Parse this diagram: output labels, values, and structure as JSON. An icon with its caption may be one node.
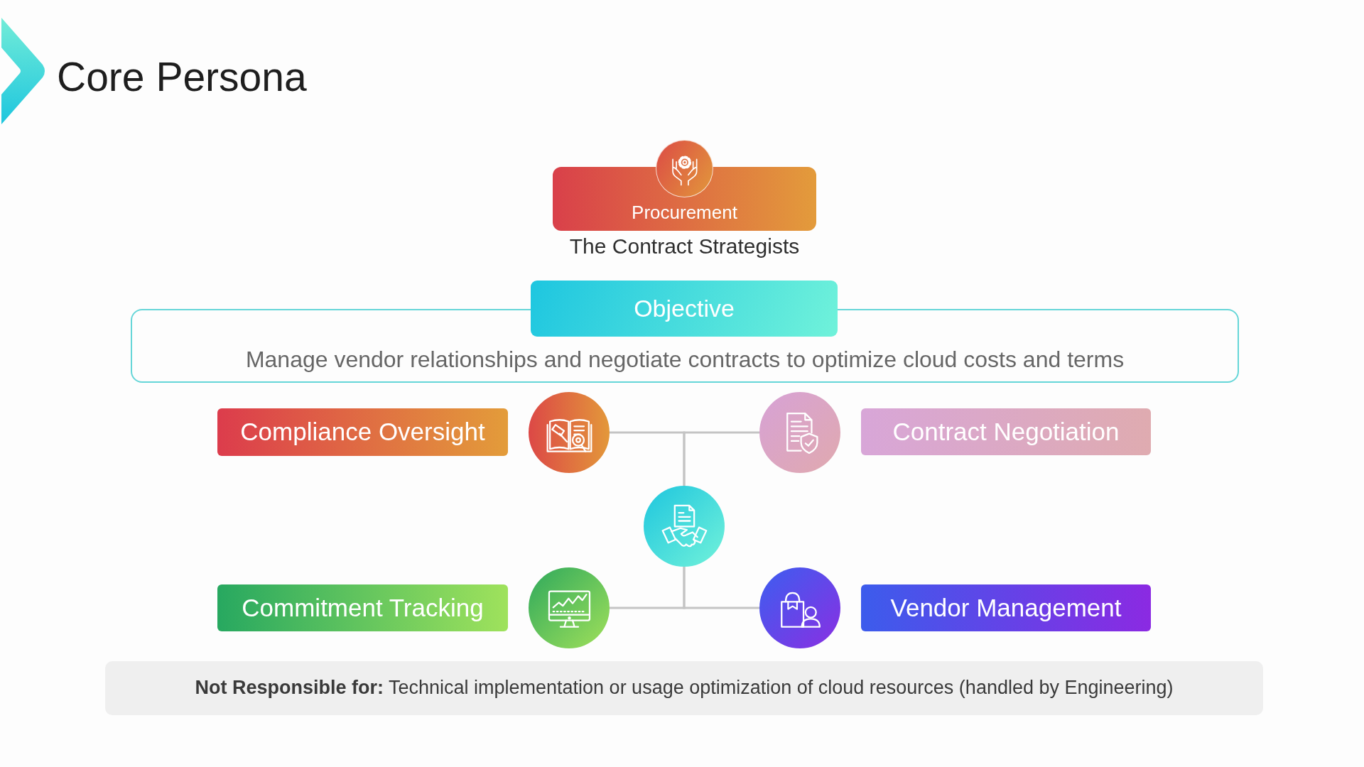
{
  "diagram": {
    "title": "Core Persona",
    "nodes": [
      {
        "text": [
          "Procurement"
        ],
        "beside": [
          "The Contract Strategists"
        ]
      },
      {
        "text": [
          "Objective"
        ]
      },
      {
        "text": [
          "Manage vendor relationships and negotiate contracts to optimize cloud costs and terms"
        ]
      },
      {
        "text": [
          "Compliance Oversight"
        ]
      },
      {
        "text": [],
        "shape": "circle"
      },
      {
        "text": [],
        "shape": "circle"
      },
      {
        "text": [
          "Contract Negotiation"
        ]
      },
      {
        "text": [],
        "shape": "circle"
      },
      {
        "text": [
          "Commitment Tracking"
        ]
      },
      {
        "text": [],
        "shape": "circle"
      },
      {
        "text": [],
        "shape": "circle"
      },
      {
        "text": [
          "Vendor Management"
        ]
      },
      {
        "text": [
          "**Not Responsible for:** Technical implementation or usage optimization of cloud resources (handled by Engineering)"
        ]
      }
    ],
    "edges": [
      {
        "from": 7,
        "to": 4,
        "arrow": "none"
      },
      {
        "from": 7,
        "to": 5,
        "arrow": "none"
      },
      {
        "from": 7,
        "to": 9,
        "arrow": "none"
      },
      {
        "from": 7,
        "to": 10,
        "arrow": "none"
      }
    ]
  }
}
